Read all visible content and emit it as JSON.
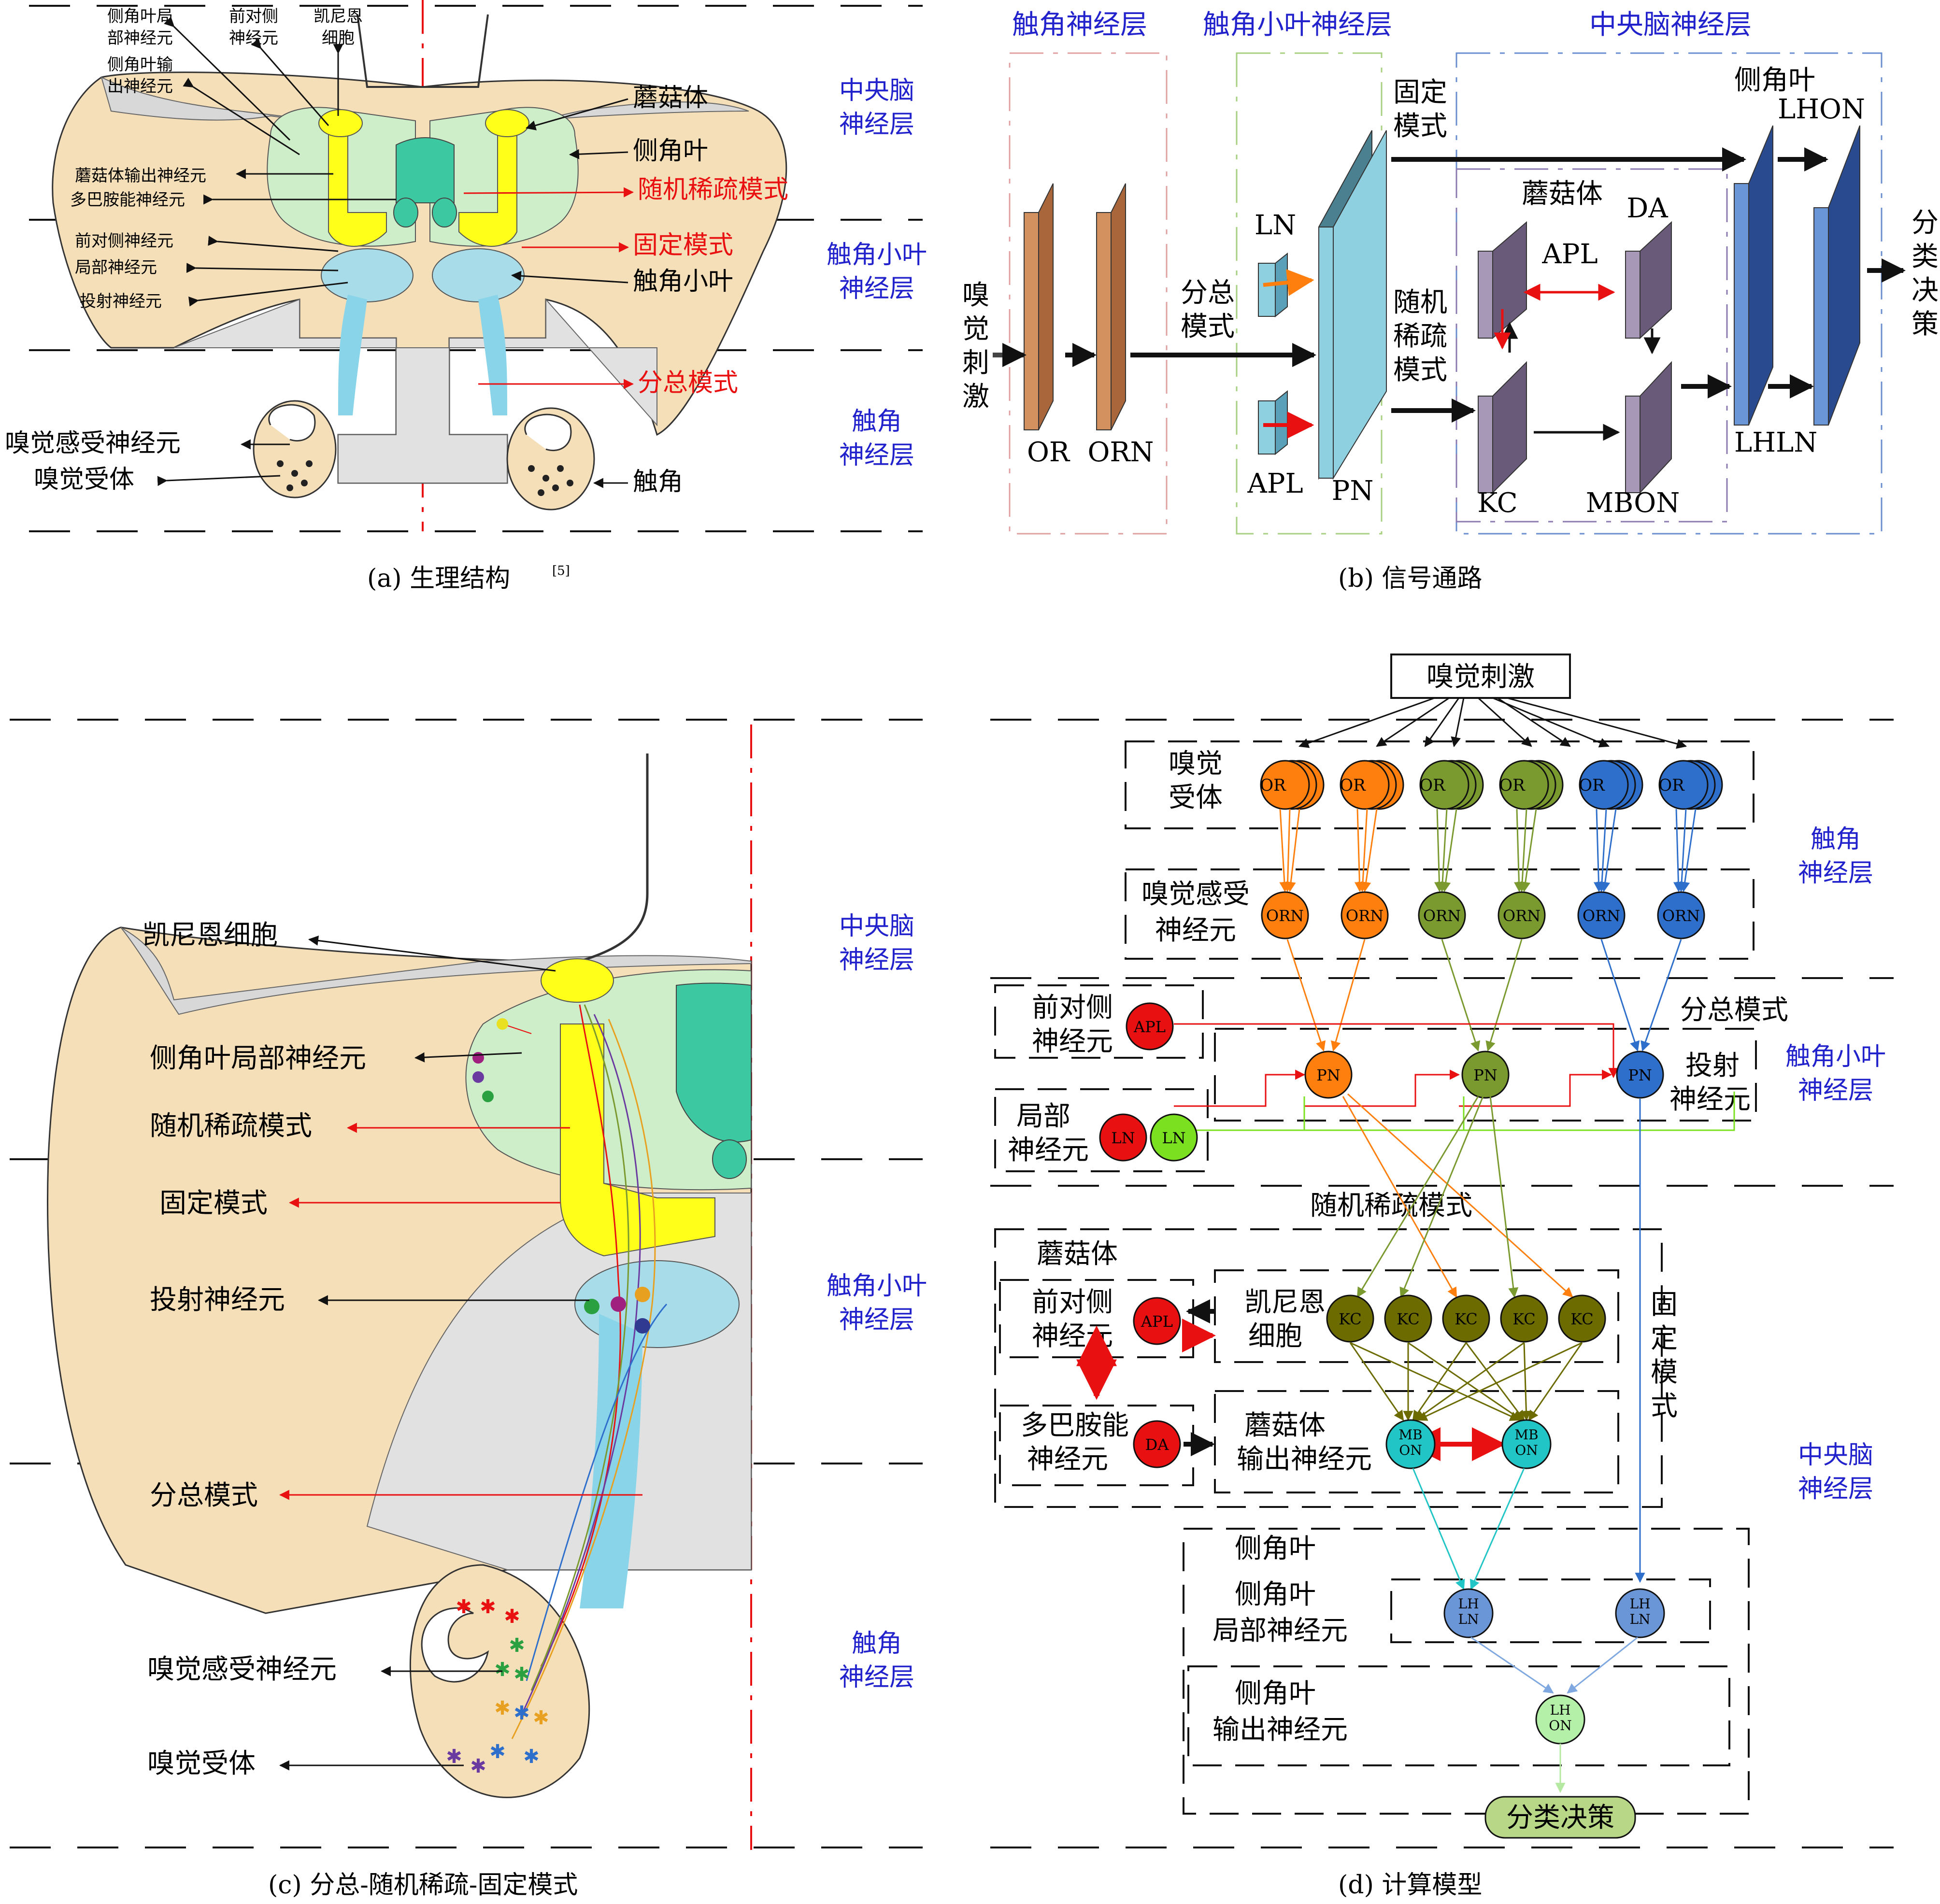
{
  "captions": {
    "a": "(a) 生理结构",
    "a_ref": "[5]",
    "b": "(b) 信号通路",
    "c": "(c) 分总-随机稀疏-固定模式",
    "d": "(d) 计算模型"
  },
  "panel_a": {
    "top_labels": [
      "侧角叶局",
      "部神经元",
      "侧角叶输",
      "出神经元",
      "前对侧",
      "神经元",
      "凯尼恩",
      "细胞"
    ],
    "left_labels": [
      "蘑菇体输出神经元",
      "多巴胺能神经元",
      "前对侧神经元",
      "局部神经元",
      "投射神经元"
    ],
    "right_labels": [
      "蘑菇体",
      "侧角叶",
      "触角小叶",
      "触角"
    ],
    "red_labels": [
      "随机稀疏模式",
      "固定模式",
      "分总模式"
    ],
    "bottom_left_labels": [
      "嗅觉感受神经元",
      "嗅觉受体"
    ],
    "layers": [
      "中央脑",
      "神经层",
      "触角小叶",
      "神经层",
      "触角",
      "神经层"
    ]
  },
  "panel_b": {
    "headers": [
      "触角神经层",
      "触角小叶神经层",
      "中央脑神经层"
    ],
    "input": [
      "嗅",
      "觉",
      "刺",
      "激"
    ],
    "nodes": {
      "or": "OR",
      "orn": "ORN",
      "ln": "LN",
      "apl": "APL",
      "pn": "PN",
      "kc": "KC",
      "mbon": "MBON",
      "da": "DA",
      "apl2": "APL",
      "lhon": "LHON",
      "lhln": "LHLN"
    },
    "labels": {
      "fanin": [
        "分总",
        "模式"
      ],
      "random": [
        "随机",
        "稀疏",
        "模式"
      ],
      "fixed": [
        "固定",
        "模式"
      ],
      "mb": "蘑菇体",
      "lh": "侧角叶"
    },
    "output": [
      "分",
      "类",
      "决",
      "策"
    ]
  },
  "panel_c": {
    "left_labels": [
      "凯尼恩细胞",
      "侧角叶局部神经元",
      "随机稀疏模式",
      "固定模式",
      "投射神经元",
      "分总模式",
      "嗅觉感受神经元",
      "嗅觉受体"
    ],
    "layers": [
      "中央脑",
      "神经层",
      "触角小叶",
      "神经层",
      "触角",
      "神经层"
    ]
  },
  "panel_d": {
    "stimulus": "嗅觉刺激",
    "decision": "分类决策",
    "row_labels": {
      "or": [
        "嗅觉",
        "受体"
      ],
      "orn": [
        "嗅觉感受",
        "神经元"
      ],
      "apl_group": [
        "前对侧",
        "神经元"
      ],
      "ln_group": [
        "局部",
        "神经元"
      ],
      "pn_group": [
        "投射",
        "神经元"
      ],
      "fanin": "分总模式",
      "random": "随机稀疏模式",
      "mb": "蘑菇体",
      "apl2": [
        "前对侧",
        "神经元"
      ],
      "kc": [
        "凯尼恩",
        "细胞"
      ],
      "da": [
        "多巴胺能",
        "神经元"
      ],
      "mbon": [
        "蘑菇体",
        "输出神经元"
      ],
      "fixed": [
        "固",
        "定",
        "模",
        "式"
      ],
      "lh": "侧角叶",
      "lhln": [
        "侧角叶",
        "局部神经元"
      ],
      "lhon": [
        "侧角叶",
        "输出神经元"
      ]
    },
    "node_text": {
      "or": "OR",
      "orn": "ORN",
      "pn": "PN",
      "apl": "APL",
      "ln": "LN",
      "kc": "KC",
      "da": "DA",
      "mbon": [
        "MB",
        "ON"
      ],
      "lhln": [
        "LH",
        "LN"
      ],
      "lhon": [
        "LH",
        "ON"
      ]
    },
    "layers": [
      "触角",
      "神经层",
      "触角小叶",
      "神经层",
      "中央脑",
      "神经层"
    ]
  },
  "colors": {
    "layer_blue": "#2222cc",
    "red": "#e81010",
    "orange": "#ff7f0e",
    "olive": "#7a9a30",
    "blue": "#2f6fcc",
    "kc": "#6b6b00",
    "mbon": "#22c5c5"
  }
}
